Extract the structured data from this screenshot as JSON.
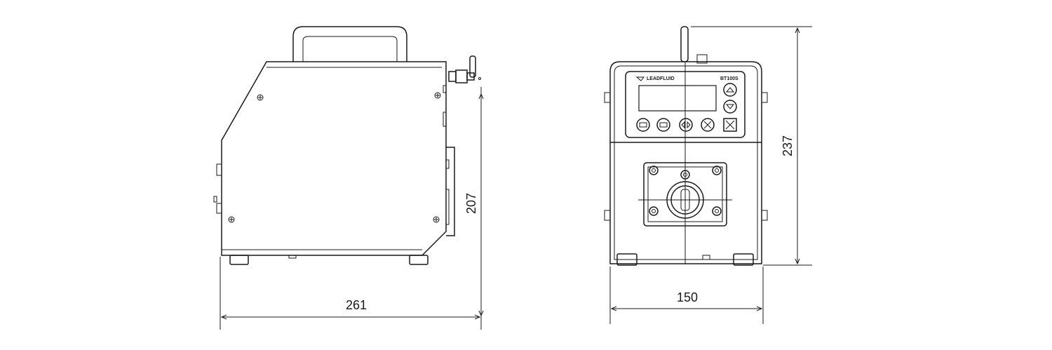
{
  "dimensions": {
    "side_depth": "261",
    "side_height": "207",
    "front_width": "150",
    "front_height": "237"
  },
  "front_panel": {
    "brand": "LEADFLUID",
    "model": "BT100S"
  },
  "colors": {
    "line": "#1a1a1a",
    "background": "#ffffff"
  }
}
